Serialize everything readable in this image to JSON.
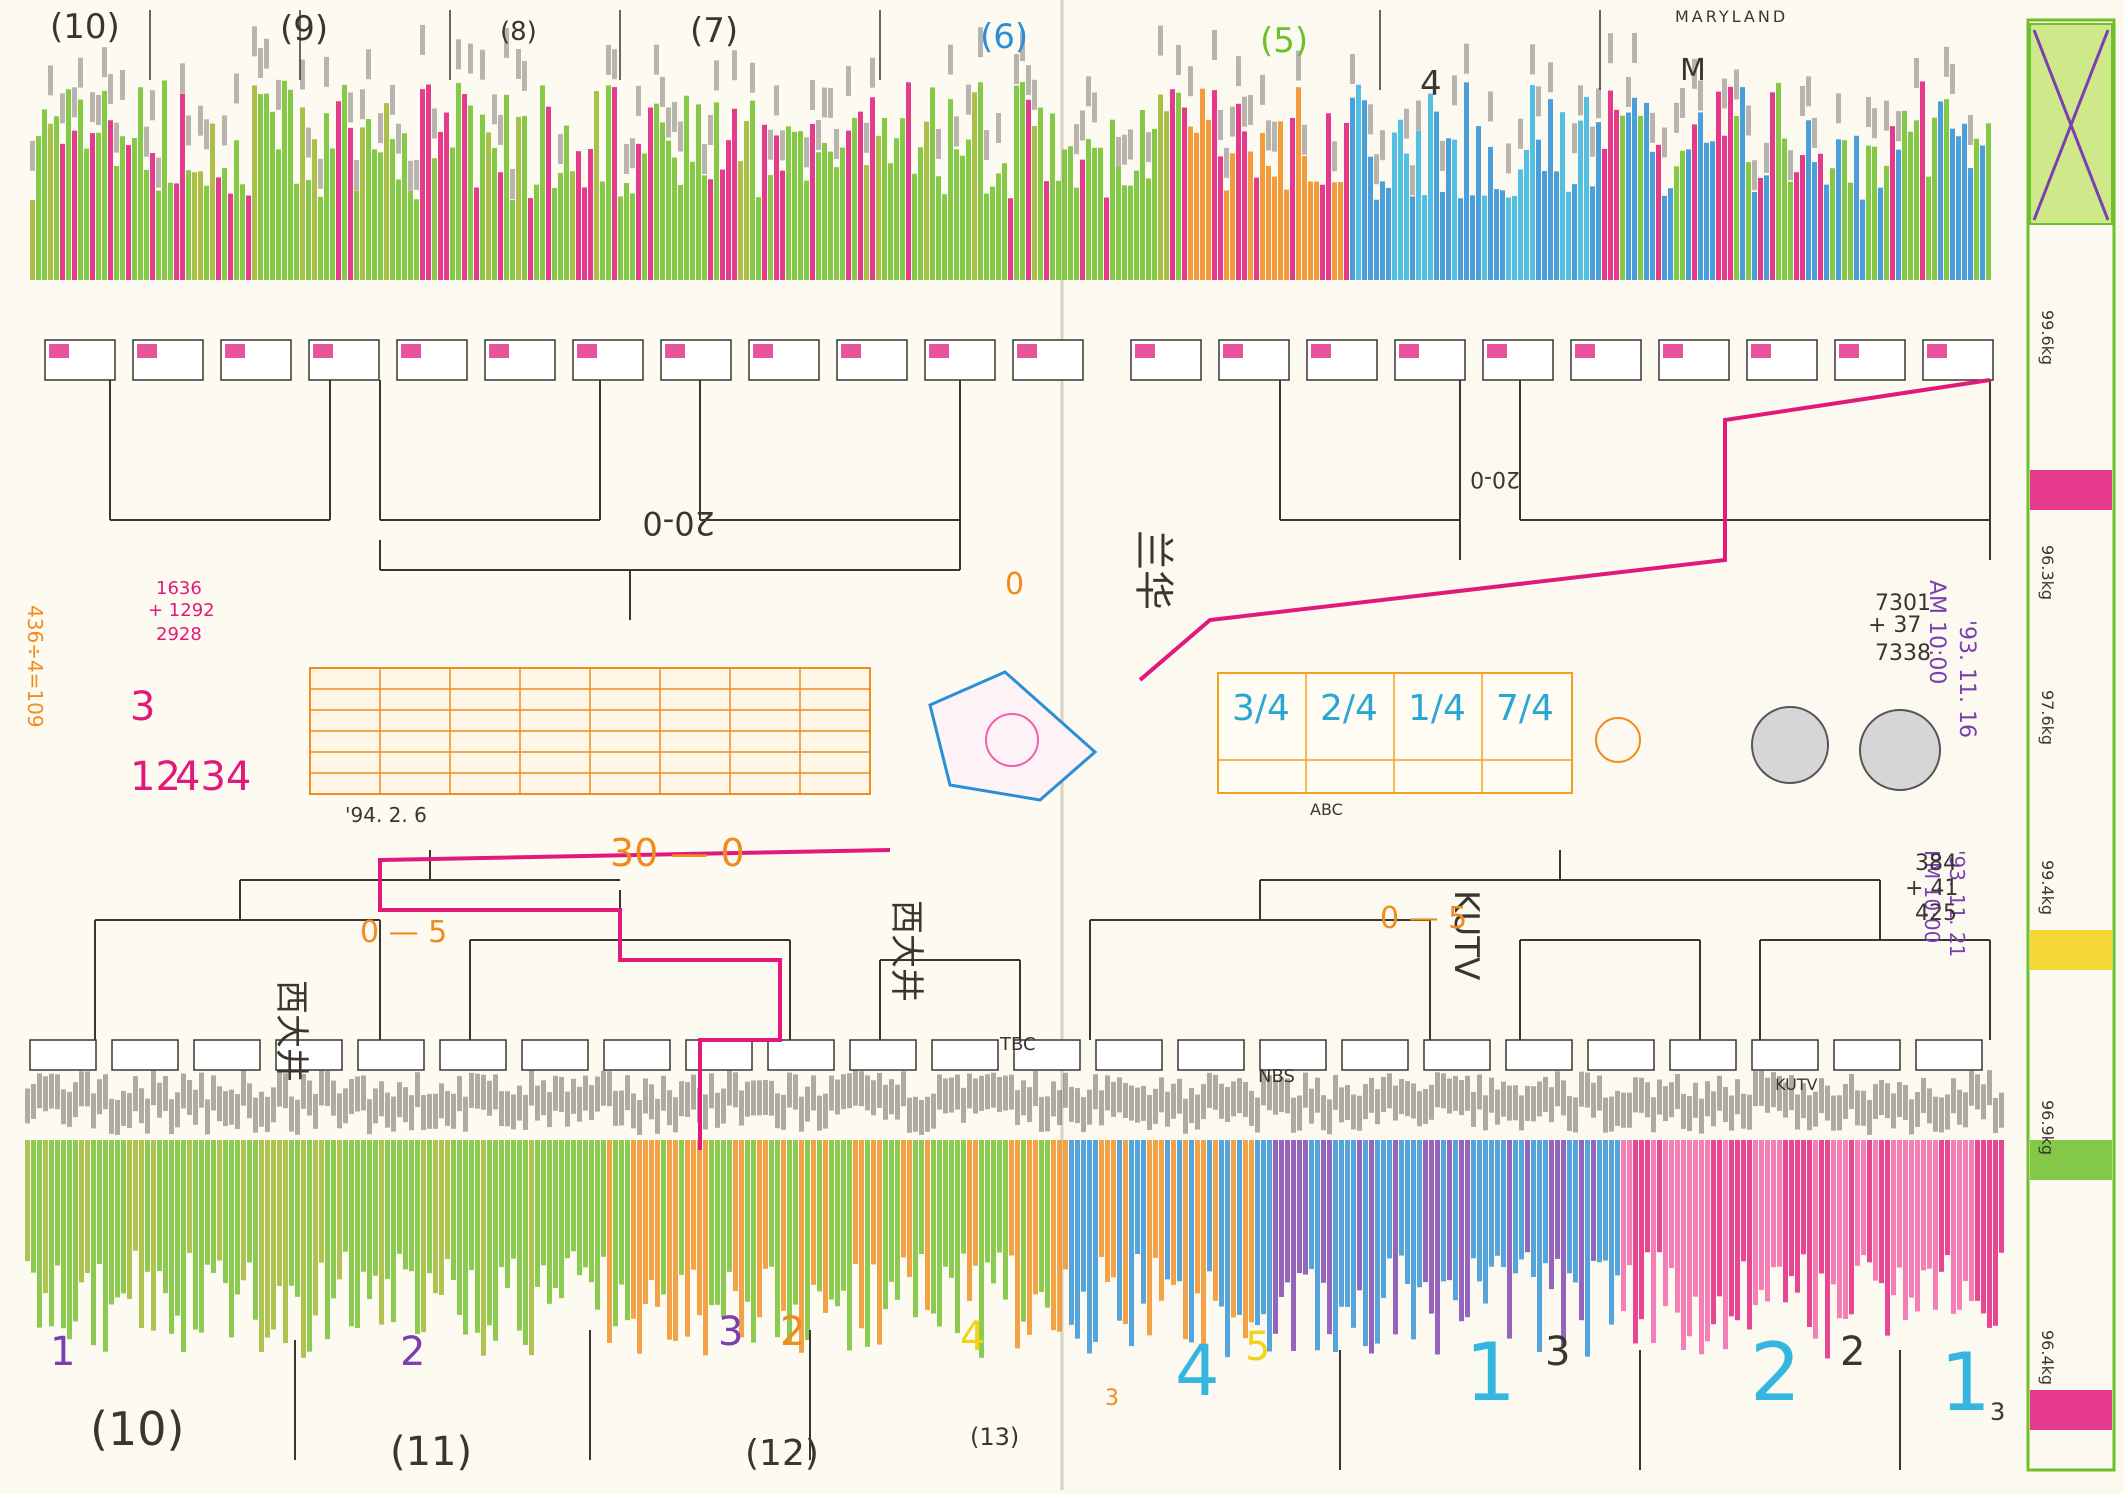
{
  "colors": {
    "paper": "#fbf8ef",
    "ink": "#3a3530",
    "magenta": "#e0197a",
    "green": "#6fbf2a",
    "olive": "#9bb52a",
    "orange": "#f08c1e",
    "blue": "#2a8fd6",
    "cyan": "#35b6e0",
    "pink": "#f060a8",
    "purple": "#7a3fb0",
    "yellow": "#f2d21a",
    "gray": "#9a9a9a"
  },
  "top_numbers": [
    "(10)",
    "(9)",
    "(8)",
    "(7)",
    "(6)",
    "(5)",
    "4"
  ],
  "top_labels": {
    "maryland": "MARYLAND",
    "champion": "兰华",
    "m_score": "M",
    "twenty": "20-0"
  },
  "scores_top": [
    "20-0",
    "7301",
    "+ 37",
    "7338"
  ],
  "bracket_text": {
    "nishi_1": "西大井",
    "nishi_2": "西大井",
    "kutv": "KUTV",
    "tbc": "TBC",
    "nbs": "NBS",
    "kutv_small": "KUTV",
    "thirty": "30 — 0",
    "score_0_5": "0 — 5",
    "score_0_5b": "0 — 5",
    "final_score": "0"
  },
  "tables": {
    "left_caption": "'94. 2. 6",
    "right_row": [
      "3/4",
      "2/4",
      "1/4",
      "7/4"
    ],
    "right_caption": "ABC"
  },
  "bottom_numbers": [
    "1",
    "2",
    "3",
    "2",
    "4",
    "4",
    "5",
    "3",
    "1",
    "3",
    "2",
    "2",
    "1",
    "3"
  ],
  "bottom_paren": [
    "(10)",
    "(11)",
    "(12)",
    "(13)"
  ],
  "left_margin": [
    "436÷4=109",
    "1636",
    "+ 1292",
    "2928",
    "3",
    "434",
    "12"
  ],
  "right_margin": [
    "'93. 11. 16",
    "AM 10:00",
    "'93. 11. 21",
    "PM 10:00",
    "384",
    "+ 41",
    "425"
  ],
  "right_strip_labels": [
    "99.6kg",
    "96.3kg",
    "97.6kg",
    "99.4kg",
    "96.9kg",
    "96.4kg"
  ]
}
